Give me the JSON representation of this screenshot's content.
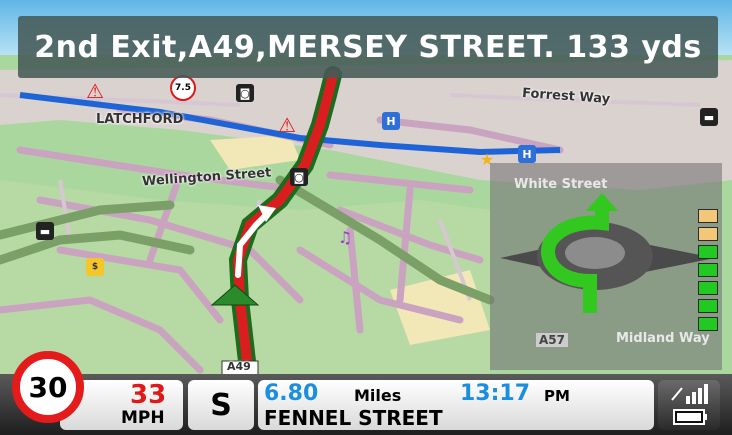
{
  "instruction": {
    "text": "2nd Exit,A49,MERSEY STREET. 133 yds"
  },
  "map": {
    "labels": {
      "latchford": "LATCHFORD",
      "forrest_way": "Forrest Way",
      "wellington_street": "Wellington Street",
      "road_a49": "A49"
    },
    "speed_sign_value": "7.5"
  },
  "junction_view": {
    "labels": {
      "white_street": "White Street",
      "midland_way": "Midland Way",
      "road_a57": "A57"
    },
    "distance_bar_colors": [
      "#f3c77a",
      "#f3c77a",
      "#22c922",
      "#22c922",
      "#22c922",
      "#22c922",
      "#22c922"
    ]
  },
  "status": {
    "speed_limit": "30",
    "current_speed": "33",
    "speed_unit": "MPH",
    "heading": "S",
    "distance_value": "6.80",
    "distance_unit": "Miles",
    "eta_time": "13:17",
    "eta_period": "PM",
    "current_street": "FENNEL STREET"
  },
  "colors": {
    "route": "#d81e1e",
    "turn_arrow": "#33c820",
    "park": "#7fc47f",
    "speed_red": "#e01818",
    "eta_blue": "#1a8fe0",
    "distance_blue": "#1a8fe0"
  }
}
